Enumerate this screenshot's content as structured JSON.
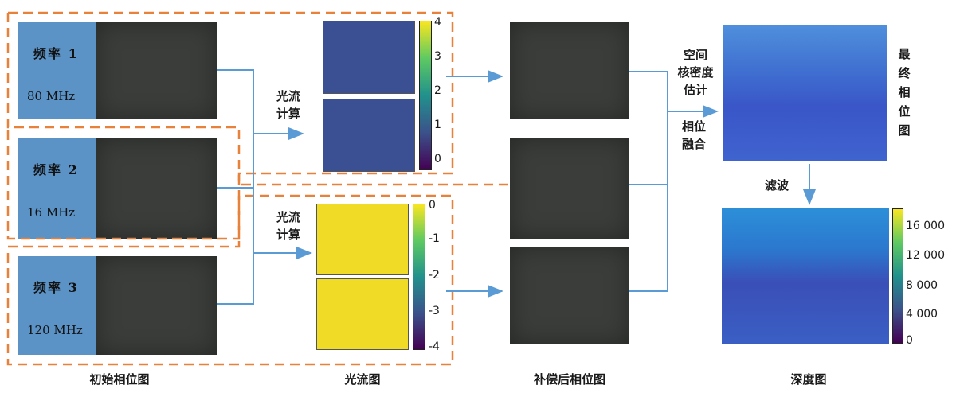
{
  "frequencies": [
    {
      "label": "频率 1",
      "mhz": "80 MHz"
    },
    {
      "label": "频率 2",
      "mhz": "16 MHz"
    },
    {
      "label": "频率 3",
      "mhz": "120 MHz"
    }
  ],
  "labels": {
    "optical_flow_calc_1": [
      "光流",
      "计算"
    ],
    "optical_flow_calc_2": [
      "光流",
      "计算"
    ],
    "kde": [
      "空间",
      "核密度",
      "估计"
    ],
    "phase_fusion": [
      "相位",
      "融合"
    ],
    "final_phase": [
      "最",
      "终",
      "相",
      "位",
      "图"
    ],
    "filter": "滤波"
  },
  "captions": {
    "initial_phase": "初始相位图",
    "optical_flow": "光流图",
    "compensated_phase": "补偿后相位图",
    "depth": "深度图"
  },
  "colorbars": {
    "flow_top": {
      "ticks": [
        "4",
        "3",
        "2",
        "1",
        "0"
      ]
    },
    "flow_bottom": {
      "ticks": [
        "0",
        "-1",
        "-2",
        "-3",
        "-4"
      ]
    },
    "depth": {
      "ticks": [
        "16 000",
        "12 000",
        "8 000",
        "4 000",
        "0"
      ]
    }
  },
  "colors": {
    "arrow": "#5b9bd5",
    "dashed": "#e8823a",
    "freq_box": "#5b93c6",
    "viridis_top": "#f8e621",
    "viridis_bottom": "#3b2a85"
  }
}
